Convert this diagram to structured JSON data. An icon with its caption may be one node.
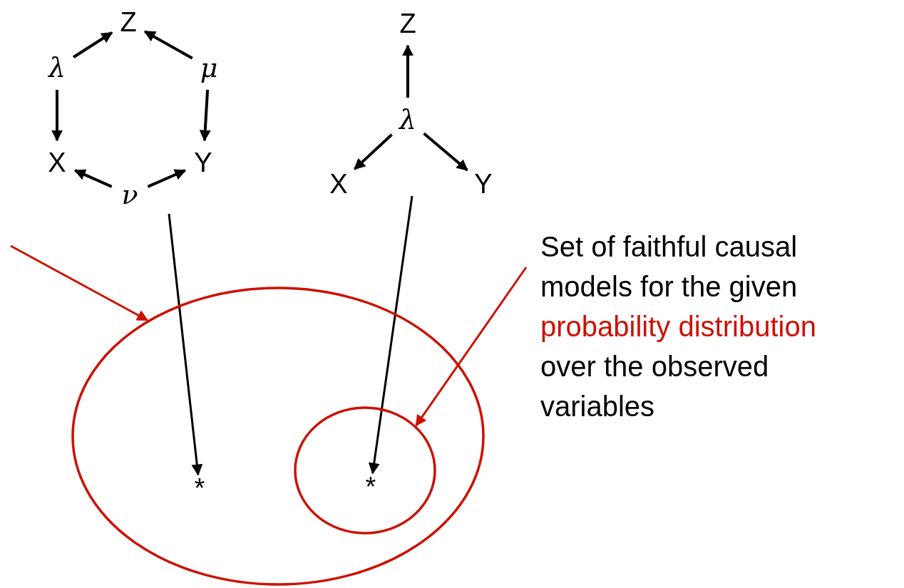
{
  "diagram": {
    "nodes": [
      {
        "text": [
          "Z"
        ]
      },
      {
        "text": [
          "λ"
        ]
      },
      {
        "text": [
          "μ"
        ]
      },
      {
        "text": [
          "X"
        ]
      },
      {
        "text": [
          "Y"
        ]
      },
      {
        "text": [
          "ν"
        ]
      },
      {
        "text": [
          "Z"
        ]
      },
      {
        "text": [
          "λ"
        ]
      },
      {
        "text": [
          "X"
        ]
      },
      {
        "text": [
          "Y"
        ]
      },
      {
        "text": [],
        "shape": "ellipse"
      },
      {
        "text": [
          "*"
        ],
        "in": 10
      },
      {
        "text": [],
        "shape": "ellipse",
        "in": 10
      },
      {
        "text": [
          "*"
        ],
        "in": 12
      },
      {
        "text": [
          "Set of faithful causal models for the given",
          "probability distribution",
          "over the observed variables"
        ]
      }
    ],
    "edges": [
      {
        "from": 1,
        "to": 0,
        "arrow": "to"
      },
      {
        "from": 2,
        "to": 0,
        "arrow": "to"
      },
      {
        "from": 1,
        "to": 3,
        "arrow": "to"
      },
      {
        "from": 2,
        "to": 4,
        "arrow": "to"
      },
      {
        "from": 5,
        "to": 3,
        "arrow": "to"
      },
      {
        "from": 5,
        "to": 4,
        "arrow": "to"
      },
      {
        "from": 7,
        "to": 6,
        "arrow": "to"
      },
      {
        "from": 7,
        "to": 8,
        "arrow": "to"
      },
      {
        "from": 7,
        "to": 9,
        "arrow": "to"
      },
      {
        "from": null,
        "to": 11,
        "arrow": "to"
      },
      {
        "from": null,
        "to": 13,
        "arrow": "to"
      },
      {
        "from": null,
        "to": 10,
        "arrow": "to",
        "color": "#cc1100"
      },
      {
        "from": 14,
        "to": 12,
        "arrow": "to",
        "color": "#cc1100"
      }
    ]
  }
}
